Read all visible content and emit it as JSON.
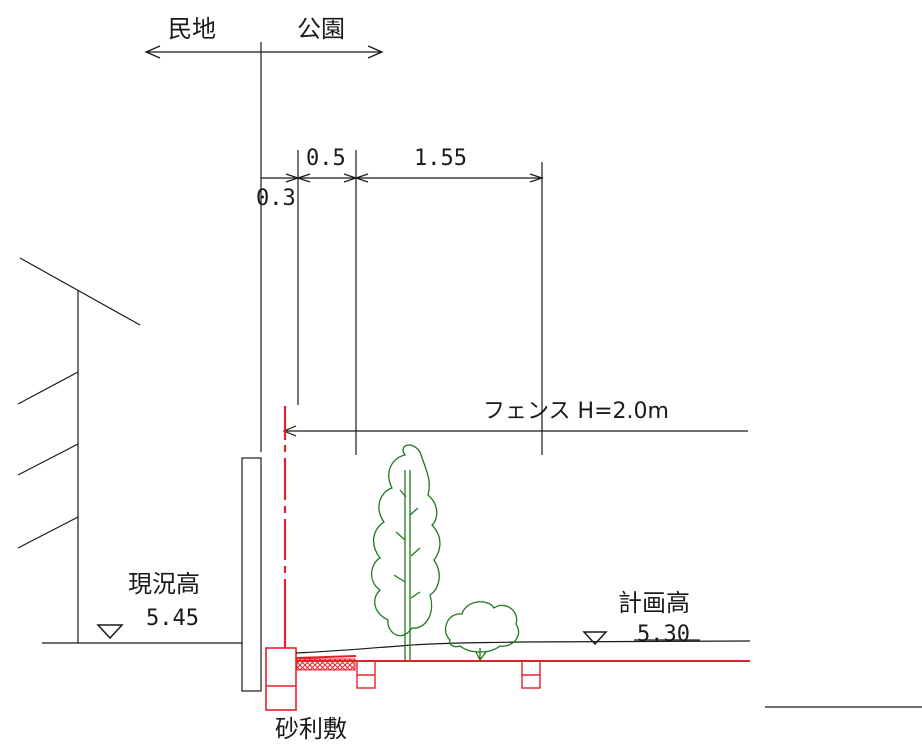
{
  "labels": {
    "private_land": "民地",
    "park": "公園",
    "dim_03": "0.3",
    "dim_05": "0.5",
    "dim_155": "1.55",
    "fence": "フェンス H=2.0m",
    "existing_level_label": "現況高",
    "existing_level_value": "5.45",
    "planned_level_label": "計画高",
    "planned_level_value": "5.30",
    "gravel": "砂利敷"
  },
  "colors": {
    "line": "#1a1a1a",
    "red": "#e8202a",
    "tree": "#1e7a1e"
  }
}
